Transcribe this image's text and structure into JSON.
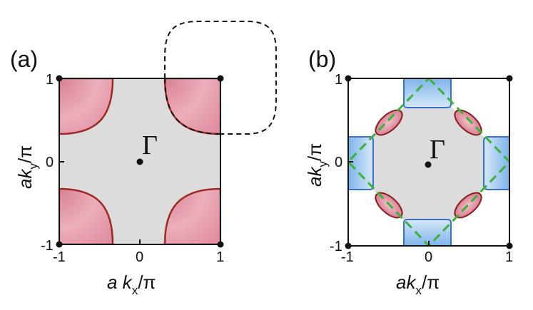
{
  "panels": [
    {
      "id": "a",
      "label": "(a)",
      "x_ticks": [
        "-1",
        "0",
        "1"
      ],
      "y_ticks": [
        "1",
        "0",
        "-1"
      ],
      "xlabel": {
        "main": "a k",
        "sub": "x",
        "tail": "/π"
      },
      "ylabel": {
        "main": "ak",
        "sub": "y",
        "tail": "/π"
      },
      "center_label": "Γ"
    },
    {
      "id": "b",
      "label": "(b)",
      "x_ticks": [
        "-1",
        "0",
        "1"
      ],
      "y_ticks": [
        "1",
        "0",
        "-1"
      ],
      "xlabel": {
        "main": "ak",
        "sub": "x",
        "tail": "/π"
      },
      "ylabel": {
        "main": "ak",
        "sub": "y",
        "tail": "/π"
      },
      "center_label": "Γ"
    }
  ],
  "colors": {
    "background_region": "#dcdcdc",
    "pocket_fill": "#e596a8",
    "pocket_edge": "#9c2b22",
    "blue_fill": "#a9cdf0",
    "blue_edge": "#3a6fd2",
    "dashed_green": "#3cb23c",
    "dashed_black": "#111111"
  }
}
